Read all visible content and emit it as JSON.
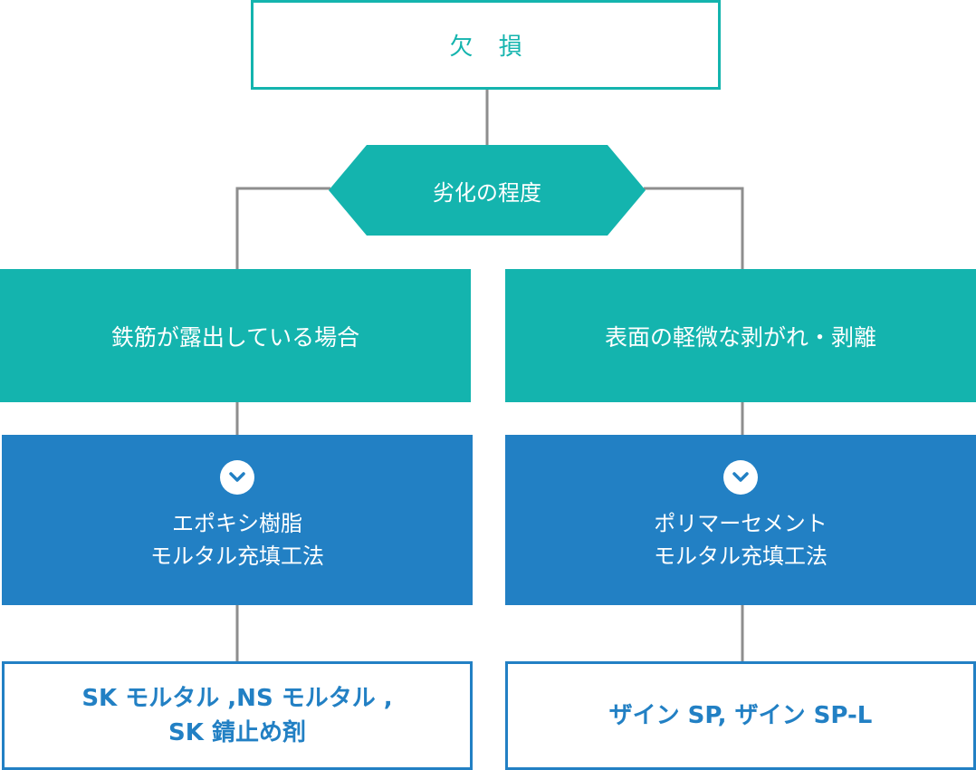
{
  "top": {
    "label": "欠 損"
  },
  "decision": {
    "label": "劣化の程度"
  },
  "branches": [
    {
      "condition": "鉄筋が露出している場合",
      "method_lines": [
        "エポキシ樹脂",
        "モルタル充填工法"
      ],
      "product_lines": [
        "SK モルタル ,NS モルタル ,",
        "SK 錆止め剤"
      ]
    },
    {
      "condition": "表面の軽微な剥がれ・剥離",
      "method_lines": [
        "ポリマーセメント",
        "モルタル充填工法"
      ],
      "product_lines": [
        "ザイン SP, ザイン SP-L"
      ]
    }
  ],
  "colors": {
    "teal": "#14b4ae",
    "blue": "#2280c4",
    "connector": "#8e8e8e"
  },
  "icons": {
    "expand": "chevron-down-icon"
  }
}
